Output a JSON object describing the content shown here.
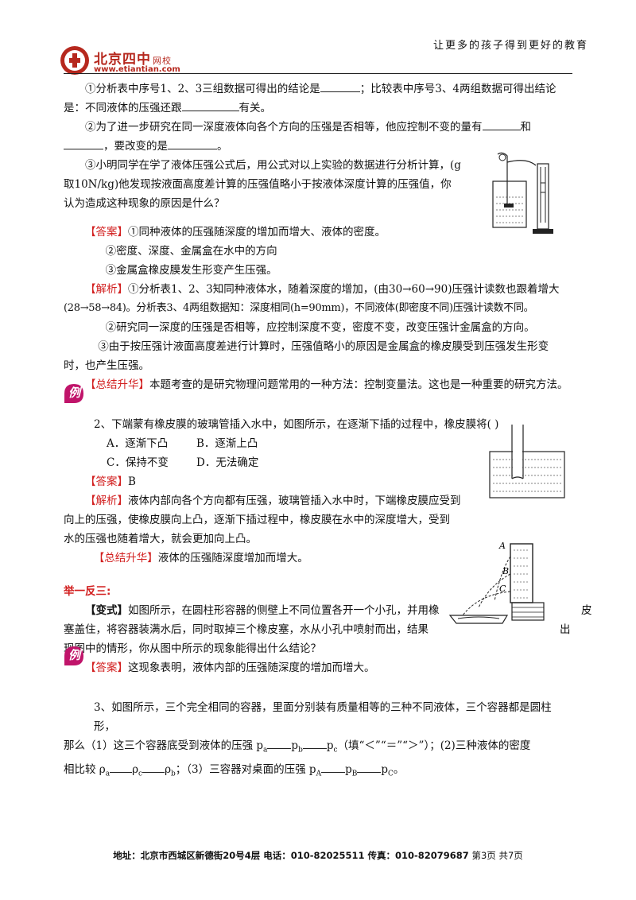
{
  "header": {
    "slogan": "让更多的孩子得到更好的教育",
    "logo_name": "北京四中",
    "logo_suffix": "网校",
    "logo_url": "www.etiantian.com"
  },
  "q1": {
    "part1_a": "①分析表中序号1、2、3三组数据可得出的结论是",
    "part1_b": "；比较表中序号3、4两组数据可得出结论",
    "part1_c": "是：不同液体的压强还跟",
    "part1_d": "有关。",
    "part2_a": "②为了进一步研究在同一深度液体向各个方向的压强是否相等，他应控制不变的量有",
    "part2_b": "和",
    "part2_c": "，要改变的是",
    "part2_d": "。",
    "part3_a": "③小明同学在学了液体压强公式后，用公式对以上实验的数据进行分析计算，(g",
    "part3_b": "取10N/kg)他发现按液面高度差计算的压强值略小于按液体深度计算的压强值，你",
    "part3_c": "认为造成这种现象的原因是什么？",
    "answer_tag": "【答案】",
    "answer1": "①同种液体的压强随深度的增加而增大、液体的密度。",
    "answer2": "②密度、深度、金属盒在水中的方向",
    "answer3": "③金属盒橡皮膜发生形变产生压强。",
    "analysis_tag": "【解析】",
    "analysis1": "①分析表1、2、3知同种液体水，随着深度的增加，(由30→60→90)压强计读数也跟着增大",
    "analysis2": "(28→58→84)。分析表3、4两组数据知：深度相同(h=90mm)，不同液体(即密度不同)压强计读数不同。",
    "analysis3": "②研究同一深度的压强是否相等，应控制深度不变，密度不变，改变压强计金属盒的方向。",
    "analysis4": "③由于按压强计液面高度差进行计算时，压强值略小的原因是金属盒的橡皮膜受到压强发生形变",
    "analysis5": "时，也产生压强。",
    "summary_tag": "【总结升华】",
    "summary": "本题考查的是研究物理问题常用的一种方法：控制变量法。这也是一种重要的研究方法。"
  },
  "q2": {
    "badge": "例",
    "question": "2、下端蒙有橡皮膜的玻璃管插入水中，如图所示，在逐渐下插的过程中，橡皮膜将(      )",
    "optA": "A．逐渐下凸",
    "optB": "B．逐渐上凸",
    "optC": "C．保持不变",
    "optD": "D．无法确定",
    "answer_tag": "【答案】",
    "answer": "B",
    "analysis_tag": "【解析】",
    "analysis1": "液体内部向各个方向都有压强，玻璃管插入水中时，下端橡皮膜应受到",
    "analysis2": "向上的压强，使橡皮膜向上凸，逐渐下插过程中，橡皮膜在水中的深度增大，受到",
    "analysis3": "水的压强也随着增大，就会更加向上凸。",
    "summary_tag": "【总结升华】",
    "summary": "液体的压强随深度增加而增大。"
  },
  "jyfs": {
    "title": "举一反三:",
    "variant_tag": "【变式】",
    "text1": "如图所示，在圆柱形容器的侧壁上不同位置各开一个小孔，并用橡",
    "text1_end": "皮",
    "text2": "塞盖住，将容器装满水后，同时取掉三个橡皮塞，水从小孔中喷射而出，结果",
    "text2_end": "出",
    "text3": "现图中的情形，你从图中所示的现象能得出什么结论？",
    "answer_tag": "【答案】",
    "answer": "这现象表明，液体内部的压强随深度的增加而增大。",
    "label_a": "A",
    "label_b": "B",
    "label_c": "C"
  },
  "q3": {
    "badge": "例",
    "line1": "3、如图所示，三个完全相同的容器，里面分别装有质量相等的三种不同液体，三个容器都是圆柱形，",
    "line2_a": "那么（1）这三个容器底受到液体的压强 p",
    "line2_sub_a": "a",
    "line2_sub_b": "b",
    "line2_sub_c": "c",
    "line2_b": "（填“＜”“＝”“＞”）；(2)三种液体的密度",
    "line3_a": "相比较 ρ",
    "line3_sub_a": "a",
    "line3_sub_c": "c",
    "line3_sub_b": "b",
    "line3_b": "；（3）三容器对桌面的压强 p",
    "line3_sub_A": "A",
    "line3_sub_B": "B",
    "line3_sub_C": "C",
    "line3_end": "。"
  },
  "footer": {
    "address": "地址：北京市西城区新德街20号4层 电话：010-82025511 传真：010-82079687",
    "page": "第3页 共7页"
  },
  "colors": {
    "accent": "#d21f1f",
    "logo": "#b6281e",
    "badge": "#c0146a"
  }
}
